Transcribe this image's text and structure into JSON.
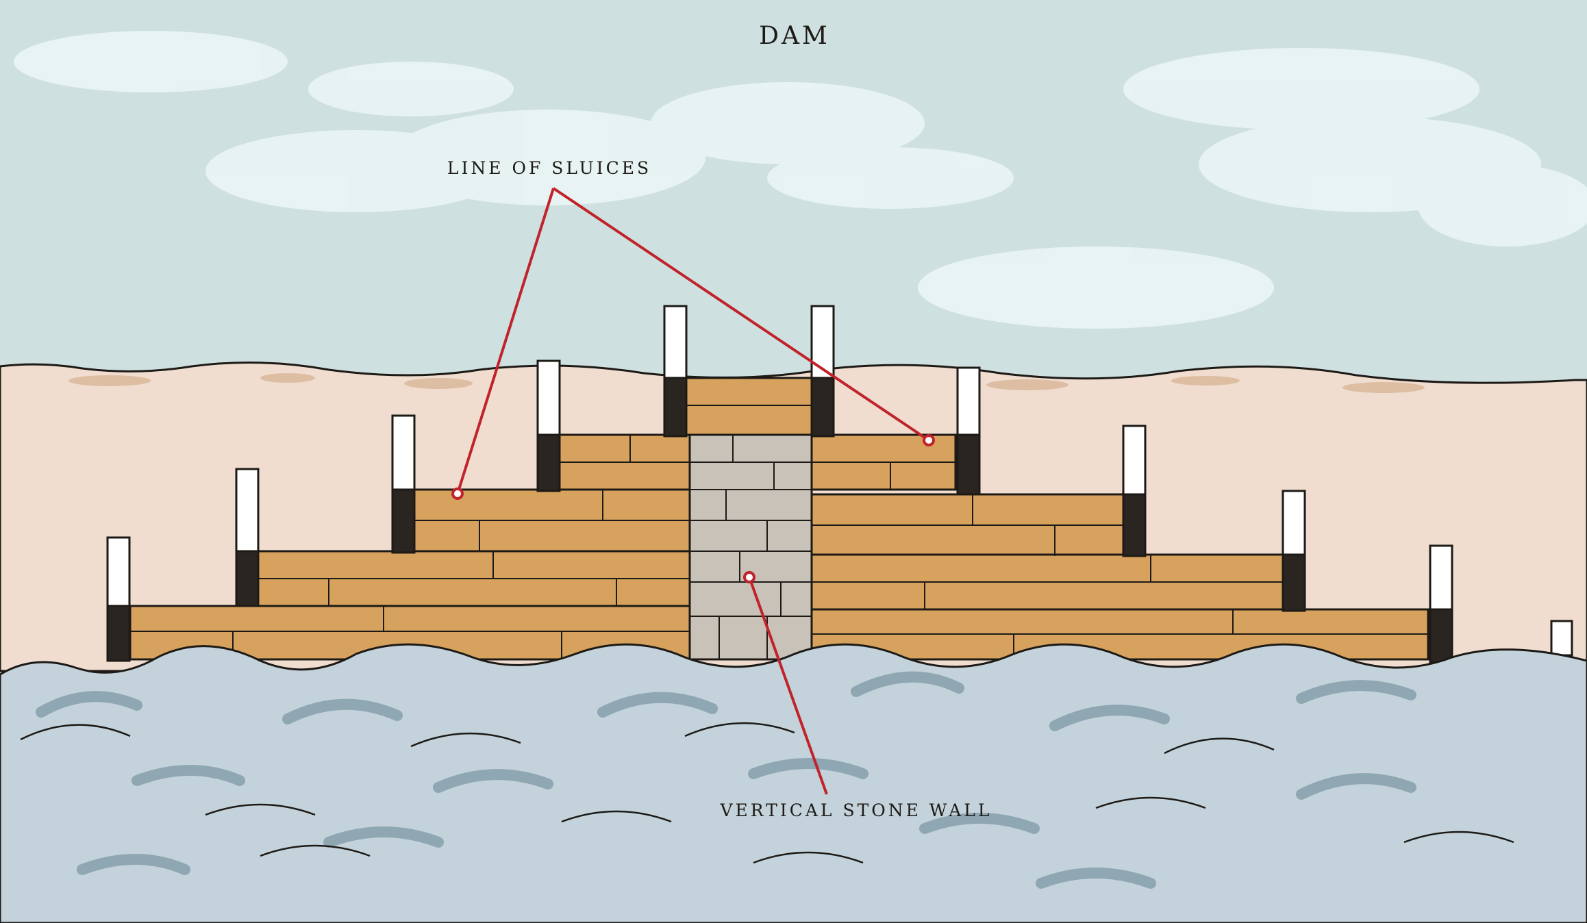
{
  "title": "DAM",
  "labels": {
    "sluices": "LINE OF SLUICES",
    "wall": "VERTICAL STONE WALL"
  },
  "colors": {
    "sky": "#cfe0e1",
    "cloud": "#e9f3f3",
    "riverbank": "#f0ddd0",
    "bank_shadow": "#d9b99a",
    "timber": "#d6a25e",
    "stone": "#c9c2b8",
    "water": "#c3d2db",
    "water_dark": "#8ea7b2",
    "leader": "#c0232a",
    "ink": "#1d1a16"
  }
}
